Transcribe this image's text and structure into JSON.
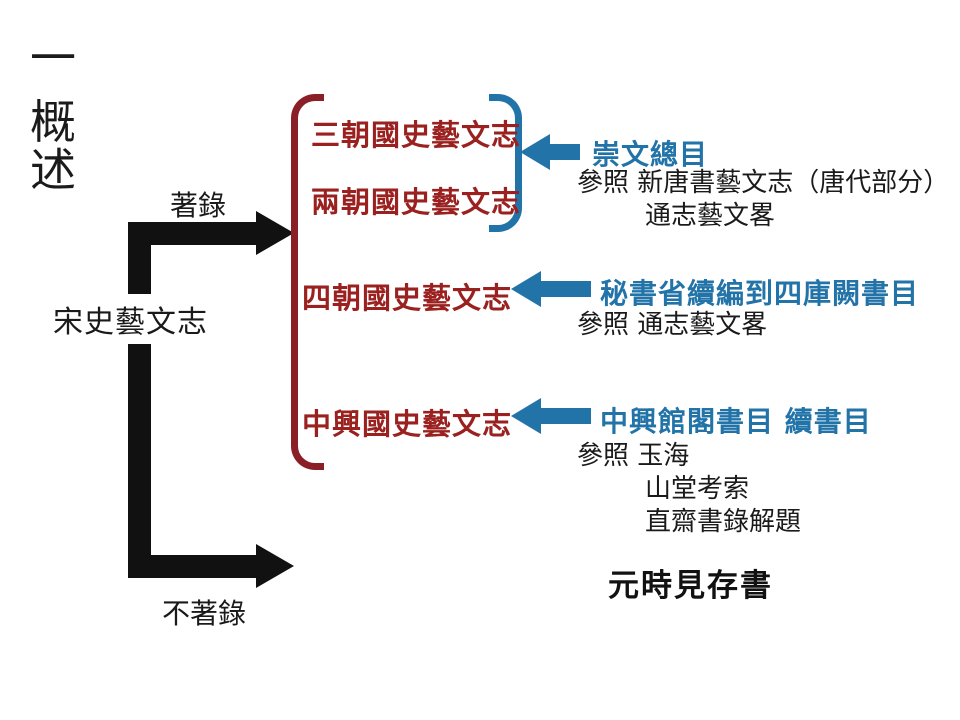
{
  "title": {
    "char1": "一",
    "char2": "概",
    "char3": "述"
  },
  "root": {
    "label": "宋史藝文志"
  },
  "branches": {
    "recorded_label": "著錄",
    "not_recorded_label": "不著錄"
  },
  "histories": {
    "items": [
      {
        "label": "三朝國史藝文志"
      },
      {
        "label": "兩朝國史藝文志"
      },
      {
        "label": "四朝國史藝文志"
      },
      {
        "label": "中興國史藝文志"
      }
    ]
  },
  "sources": [
    {
      "label": "崇文總目",
      "refs": [
        "參照 新唐書藝文志（唐代部分）",
        "通志藝文畧"
      ]
    },
    {
      "label": "秘書省續編到四庫闕書目",
      "refs": [
        "參照 通志藝文畧"
      ]
    },
    {
      "label": "中興館閣書目 續書目",
      "refs": [
        "參照 玉海",
        "山堂考索",
        "直齋書錄解題"
      ]
    }
  ],
  "bottom_note": "元時見存書",
  "colors": {
    "red_text": "#9a211f",
    "red_bracket": "#8b1f27",
    "blue": "#2273a8",
    "black": "#111111",
    "background": "#ffffff"
  }
}
